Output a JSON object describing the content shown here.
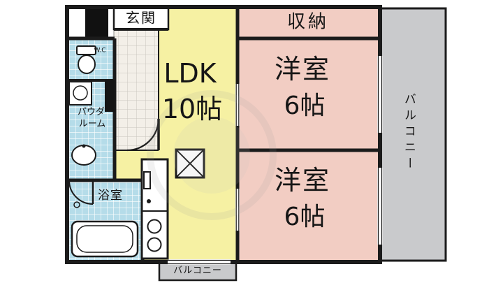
{
  "rooms": {
    "entrance": {
      "label": "玄関"
    },
    "storage": {
      "label": "収納"
    },
    "ldk": {
      "name": "LDK",
      "size": "10帖"
    },
    "western_top": {
      "name": "洋室",
      "size": "6帖"
    },
    "western_bottom": {
      "name": "洋室",
      "size": "6帖"
    },
    "bath": {
      "label": "浴室"
    },
    "powder": {
      "line1": "パウダー",
      "line2": "ルーム"
    },
    "wc": {
      "label": "W.C"
    },
    "balcony_right": {
      "label": "バルコニー"
    },
    "balcony_bottom": {
      "label": "バルコニー"
    }
  },
  "colors": {
    "ldk_floor": "#f6f1a3",
    "bedroom_floor": "#f2cdc3",
    "storage_floor": "#f2cdc3",
    "wet_area_tile": "#b5dce9",
    "entrance_tile": "#f3efe8",
    "balcony": "#c9cacc",
    "wall": "#1b1b1b"
  },
  "fixtures": [
    "toilet",
    "washing-machine",
    "vanity",
    "sink",
    "bathtub",
    "kitchen-stove",
    "closet-cross",
    "door-swing",
    "pillar"
  ]
}
